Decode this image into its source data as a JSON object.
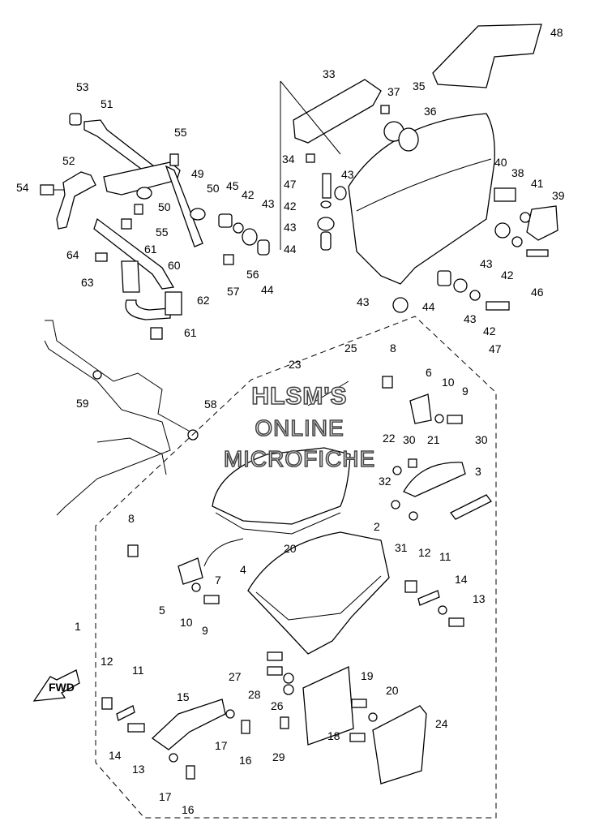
{
  "watermark": {
    "line1": "HLSM'S",
    "line2": "ONLINE",
    "line3": "MICROFICHE"
  },
  "fwd_label": "FWD",
  "callouts": {
    "c1": "1",
    "c2": "2",
    "c3": "3",
    "c4": "4",
    "c5": "5",
    "c6": "6",
    "c7": "7",
    "c8a": "8",
    "c8b": "8",
    "c9a": "9",
    "c9b": "9",
    "c10a": "10",
    "c10b": "10",
    "c11a": "11",
    "c11b": "11",
    "c12a": "12",
    "c12b": "12",
    "c13a": "13",
    "c13b": "13",
    "c14a": "14",
    "c14b": "14",
    "c15": "15",
    "c16a": "16",
    "c16b": "16",
    "c17a": "17",
    "c17b": "17",
    "c18": "18",
    "c19": "19",
    "c20a": "20",
    "c20b": "20",
    "c21": "21",
    "c22": "22",
    "c23": "23",
    "c24": "24",
    "c25": "25",
    "c26": "26",
    "c27": "27",
    "c28": "28",
    "c29": "29",
    "c30a": "30",
    "c30b": "30",
    "c31": "31",
    "c32": "32",
    "c33": "33",
    "c34": "34",
    "c35": "35",
    "c36": "36",
    "c37": "37",
    "c38": "38",
    "c39": "39",
    "c40": "40",
    "c41": "41",
    "c42a": "42",
    "c42b": "42",
    "c42c": "42",
    "c42d": "42",
    "c43a": "43",
    "c43b": "43",
    "c43c": "43",
    "c43d": "43",
    "c43e": "43",
    "c43f": "43",
    "c44a": "44",
    "c44b": "44",
    "c44c": "44",
    "c45": "45",
    "c46": "46",
    "c47a": "47",
    "c47b": "47",
    "c48": "48",
    "c49": "49",
    "c50a": "50",
    "c50b": "50",
    "c51": "51",
    "c52": "52",
    "c53": "53",
    "c54": "54",
    "c55a": "55",
    "c55b": "55",
    "c56": "56",
    "c57": "57",
    "c58": "58",
    "c59": "59",
    "c60": "60",
    "c61a": "61",
    "c61b": "61",
    "c62": "62",
    "c63": "63",
    "c64": "64"
  }
}
